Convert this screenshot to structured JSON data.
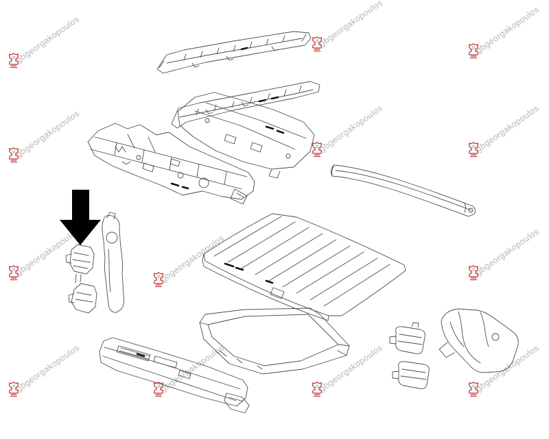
{
  "page": {
    "background_color": "#ffffff",
    "drawing_line_color": "#4a4a4a"
  },
  "watermark": {
    "text": "gbgeorgakopoulos",
    "text_color": "#b5b5b5",
    "logo_primary_color": "#c43b3b",
    "logo_secondary_color": "#9a9a9a",
    "count": 13
  },
  "pointer_arrow": {
    "color": "#000000",
    "direction": "down"
  }
}
